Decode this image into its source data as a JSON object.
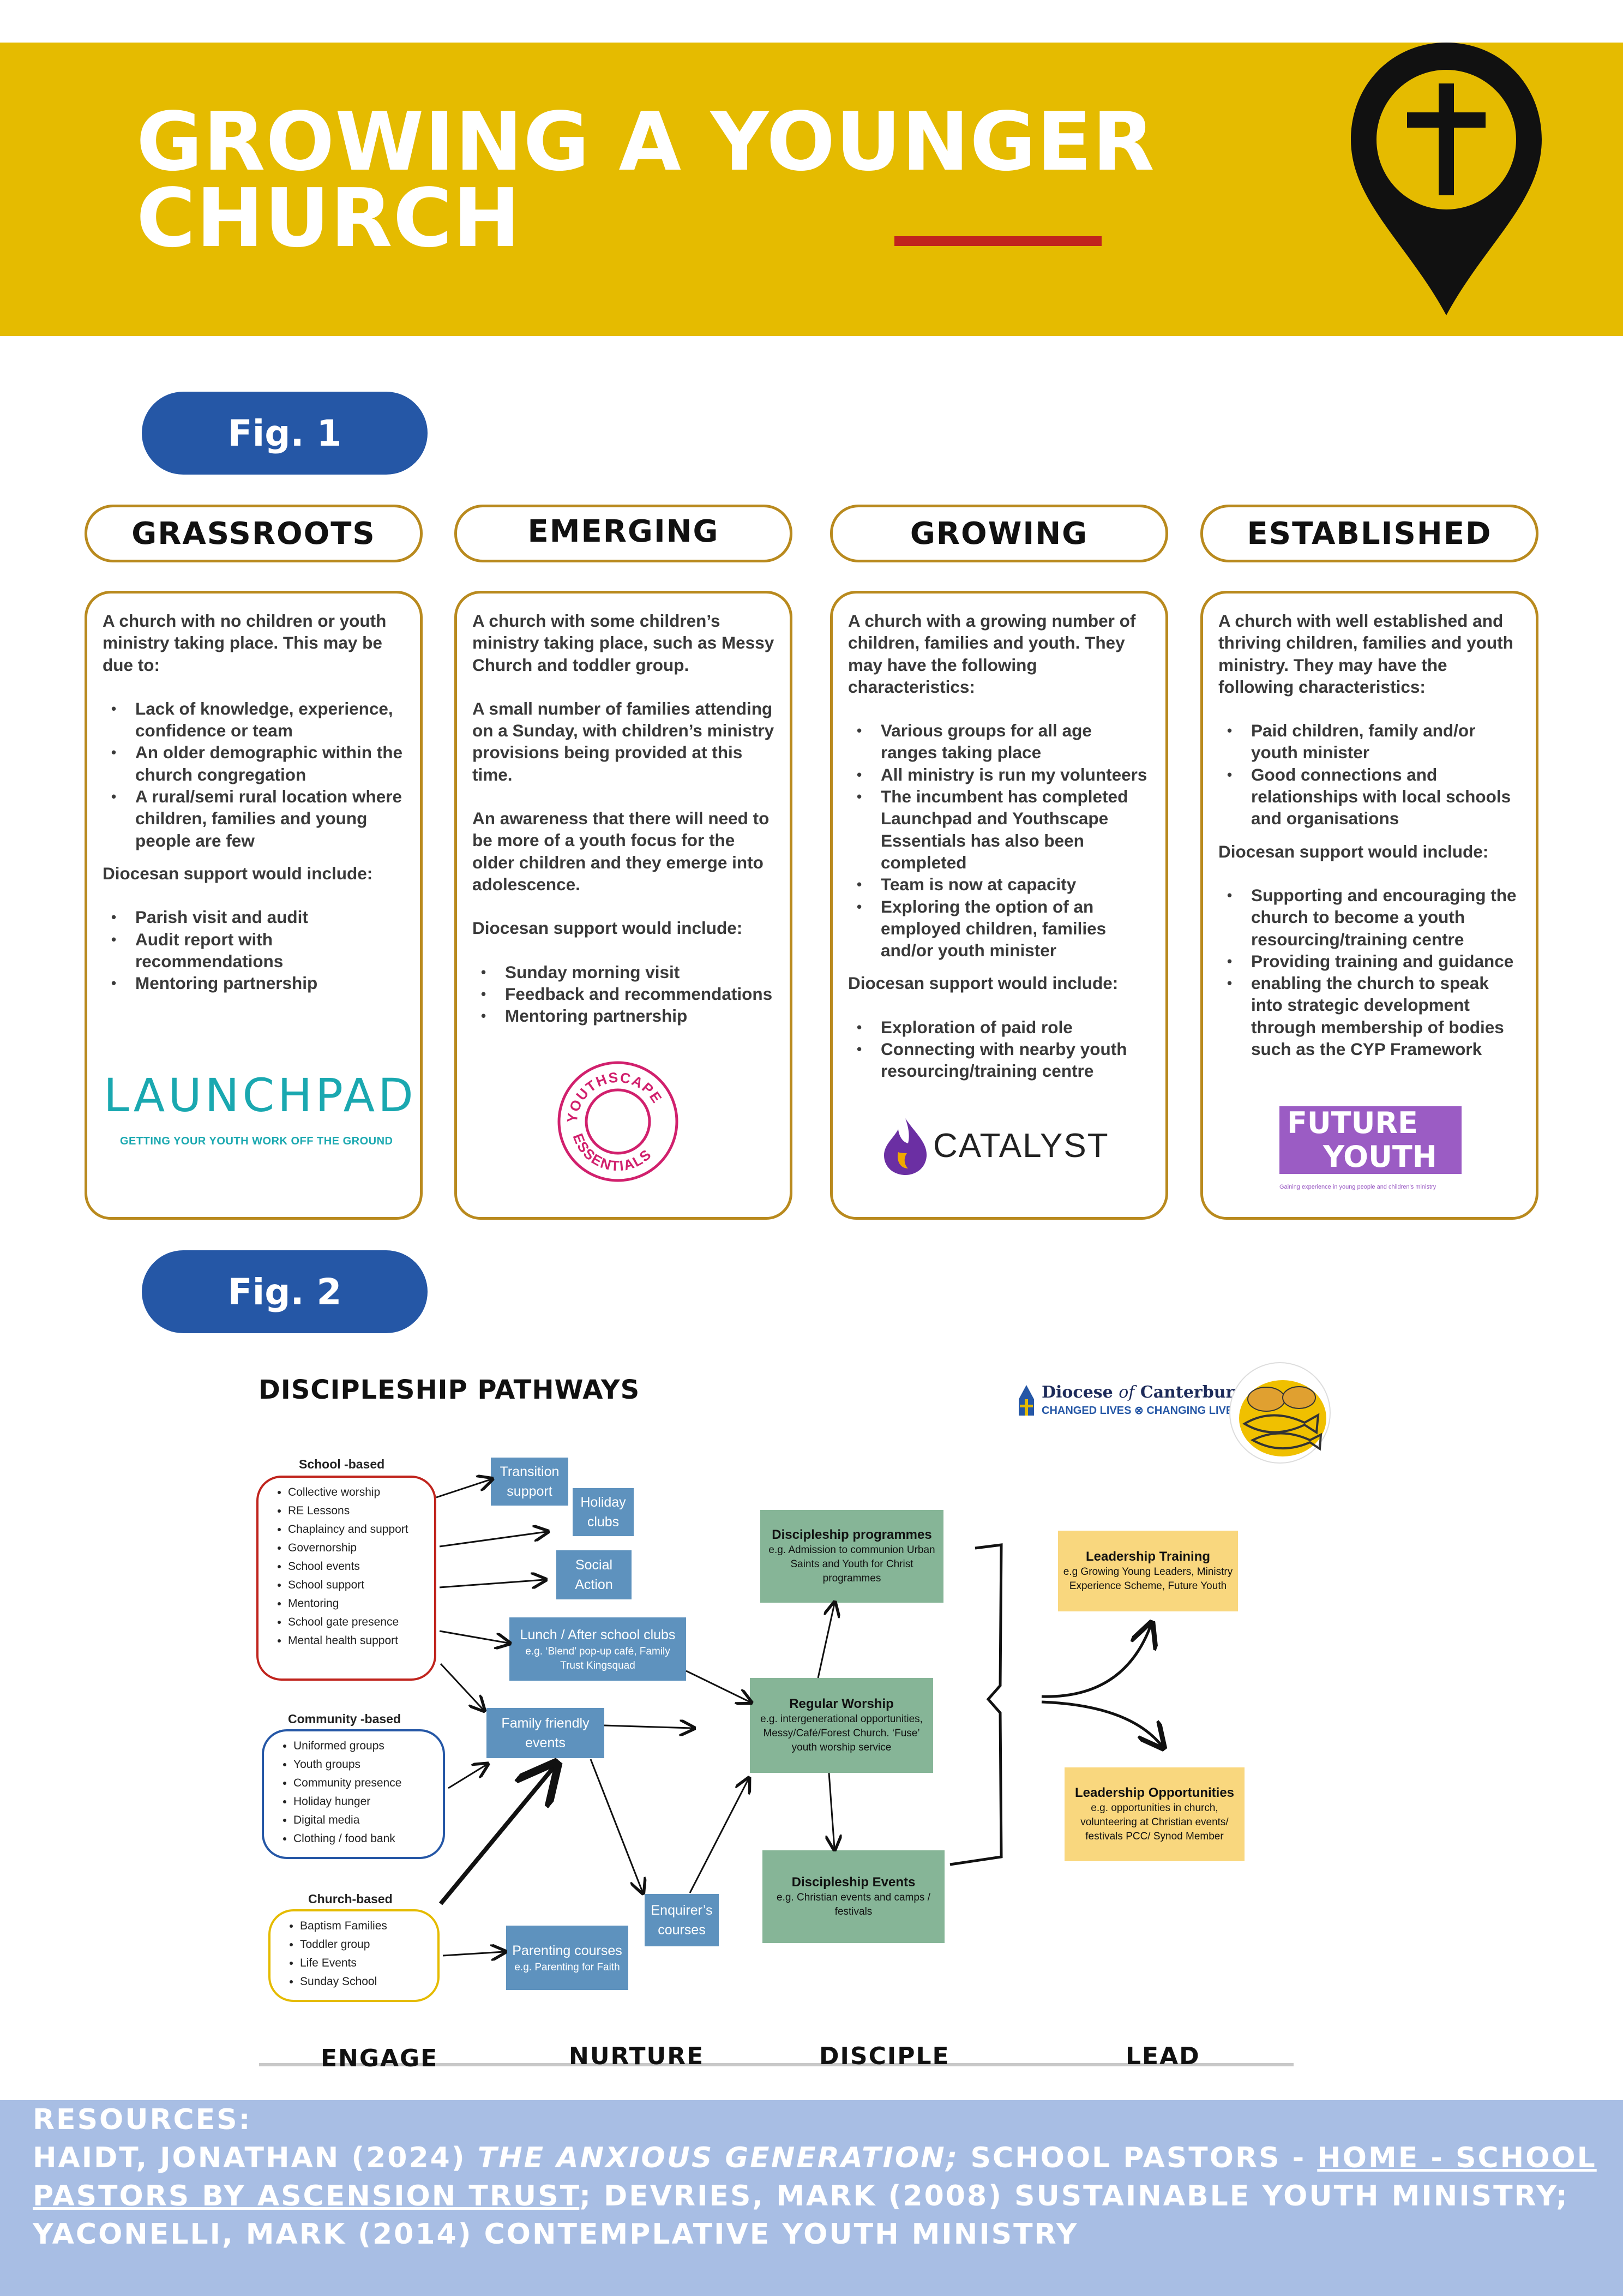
{
  "header": {
    "title_line1": "GROWING A YOUNGER",
    "title_line2": "CHURCH",
    "pin_icon": "location-pin-cross-icon",
    "colors": {
      "banner": "#e5bb00",
      "accent": "#c0241d",
      "pill": "#2557a6"
    }
  },
  "fig1": {
    "label": "Fig. 1",
    "stages": [
      {
        "name": "GRASSROOTS",
        "intro": "A church with no children or youth ministry taking place. This may be due to:",
        "bullets": [
          "Lack of knowledge, experience, confidence or team",
          "An older demographic within the church congregation",
          "A rural/semi rural location where children, families and young people are few"
        ],
        "support_heading": "Diocesan support would include:",
        "support": [
          "Parish visit and audit",
          "Audit report with recommendations",
          "Mentoring partnership"
        ],
        "logo_text": "LAUNCHPAD",
        "logo_sub": "GETTING YOUR YOUTH WORK OFF THE GROUND"
      },
      {
        "name": "EMERGING",
        "intro": "A church with some children’s ministry taking place, such as Messy Church and toddler group.",
        "para2": "A small number of families attending on a Sunday, with children’s ministry provisions being provided at this time.",
        "para3": "An awareness that there will need to be more of a youth focus for the older children and they emerge into adolescence.",
        "support_heading": "Diocesan support would include:",
        "support": [
          "Sunday morning visit",
          "Feedback and recommendations",
          "Mentoring partnership"
        ],
        "logo_top": "YOUTHSCAPE",
        "logo_bottom": "ESSENTIALS"
      },
      {
        "name": "GROWING",
        "intro": "A church with a growing number of children, families and youth. They may have the following characteristics:",
        "bullets": [
          "Various groups for all age ranges taking place",
          "All ministry is run my volunteers",
          "The incumbent has completed Launchpad and  Youthscape Essentials has also been completed",
          "Team is now at capacity",
          "Exploring the option of an employed children, families and/or youth minister"
        ],
        "support_heading": "Diocesan support would include:",
        "support": [
          "Exploration of paid role",
          "Connecting with nearby youth resourcing/training centre"
        ],
        "logo_text": "CATALYST"
      },
      {
        "name": "ESTABLISHED",
        "intro": "A church with well established and thriving children, families and youth ministry. They may have the following characteristics:",
        "bullets": [
          "Paid children, family and/or youth minister",
          "Good connections and relationships with local schools and organisations"
        ],
        "support_heading": "Diocesan support would include:",
        "support": [
          "Supporting and encouraging the church to become a youth resourcing/training centre",
          "Providing training and guidance",
          "enabling the church to speak into strategic development through membership of bodies such as the CYP Framework"
        ],
        "logo_line1": "FUTURE",
        "logo_line2": "YOUTH",
        "logo_sub": "Gaining experience in young people and children’s ministry"
      }
    ]
  },
  "fig2": {
    "label": "Fig. 2",
    "title": "DISCIPLESHIP PATHWAYS",
    "diocese_line1": "Diocese",
    "diocese_of": "of",
    "diocese_line1b": "Canterbury",
    "diocese_line2": "CHANGED LIVES ⊗ CHANGING LIVES",
    "school": {
      "heading": "School -based",
      "items": [
        "Collective worship",
        "RE Lessons",
        "Chaplaincy and support",
        "Governorship",
        "School events",
        "School support",
        "Mentoring",
        "School gate presence",
        "Mental health support"
      ]
    },
    "community": {
      "heading": "Community -based",
      "items": [
        "Uniformed groups",
        "Youth groups",
        "Community presence",
        "Holiday hunger",
        "Digital media",
        "Clothing / food bank"
      ]
    },
    "church": {
      "heading": "Church-based",
      "items": [
        "Baptism Families",
        "Toddler group",
        "Life Events",
        "Sunday School"
      ]
    },
    "nurture_boxes": {
      "transition": "Transition support",
      "holiday": "Holiday clubs",
      "social": "Social Action",
      "lunch_title": "Lunch / After school clubs",
      "lunch_sub": "e.g. ‘Blend’ pop-up café, Family Trust Kingsquad",
      "family": "Family friendly events",
      "enquirer": "Enquirer’s courses",
      "parenting_title": "Parenting courses",
      "parenting_sub": "e.g. Parenting for Faith"
    },
    "disciple_boxes": {
      "programmes_title": "Discipleship programmes",
      "programmes_sub": "e.g.  Admission to communion Urban Saints and Youth for Christ programmes",
      "worship_title": "Regular Worship",
      "worship_sub": "e.g. intergenerational opportunities, Messy/Café/Forest Church. ‘Fuse’ youth worship service",
      "events_title": "Discipleship Events",
      "events_sub": "e.g. Christian events and camps / festivals"
    },
    "lead_boxes": {
      "training_title": "Leadership Training",
      "training_sub": "e.g Growing Young Leaders, Ministry Experience Scheme, Future Youth",
      "opps_title": "Leadership Opportunities",
      "opps_sub": "e.g. opportunities in church, volunteering at Christian events/ festivals PCC/ Synod Member"
    },
    "axis": [
      "ENGAGE",
      "NURTURE",
      "DISCIPLE",
      "LEAD"
    ]
  },
  "resources": {
    "heading": "RESOURCES:",
    "line1_a": " HAIDT, JONATHAN (2024) ",
    "line1_b": "THE ANXIOUS GENERATION;",
    "line1_c": " SCHOOL PASTORS - ",
    "line1_link": "HOME - SCHOOL",
    "line2_link": "PASTORS BY ASCENSION TRUST",
    "line2_rest": "; DEVRIES, MARK (2008) SUSTAINABLE YOUTH MINISTRY;",
    "line3": "YACONELLI, MARK (2014) CONTEMPLATIVE YOUTH MINISTRY"
  }
}
